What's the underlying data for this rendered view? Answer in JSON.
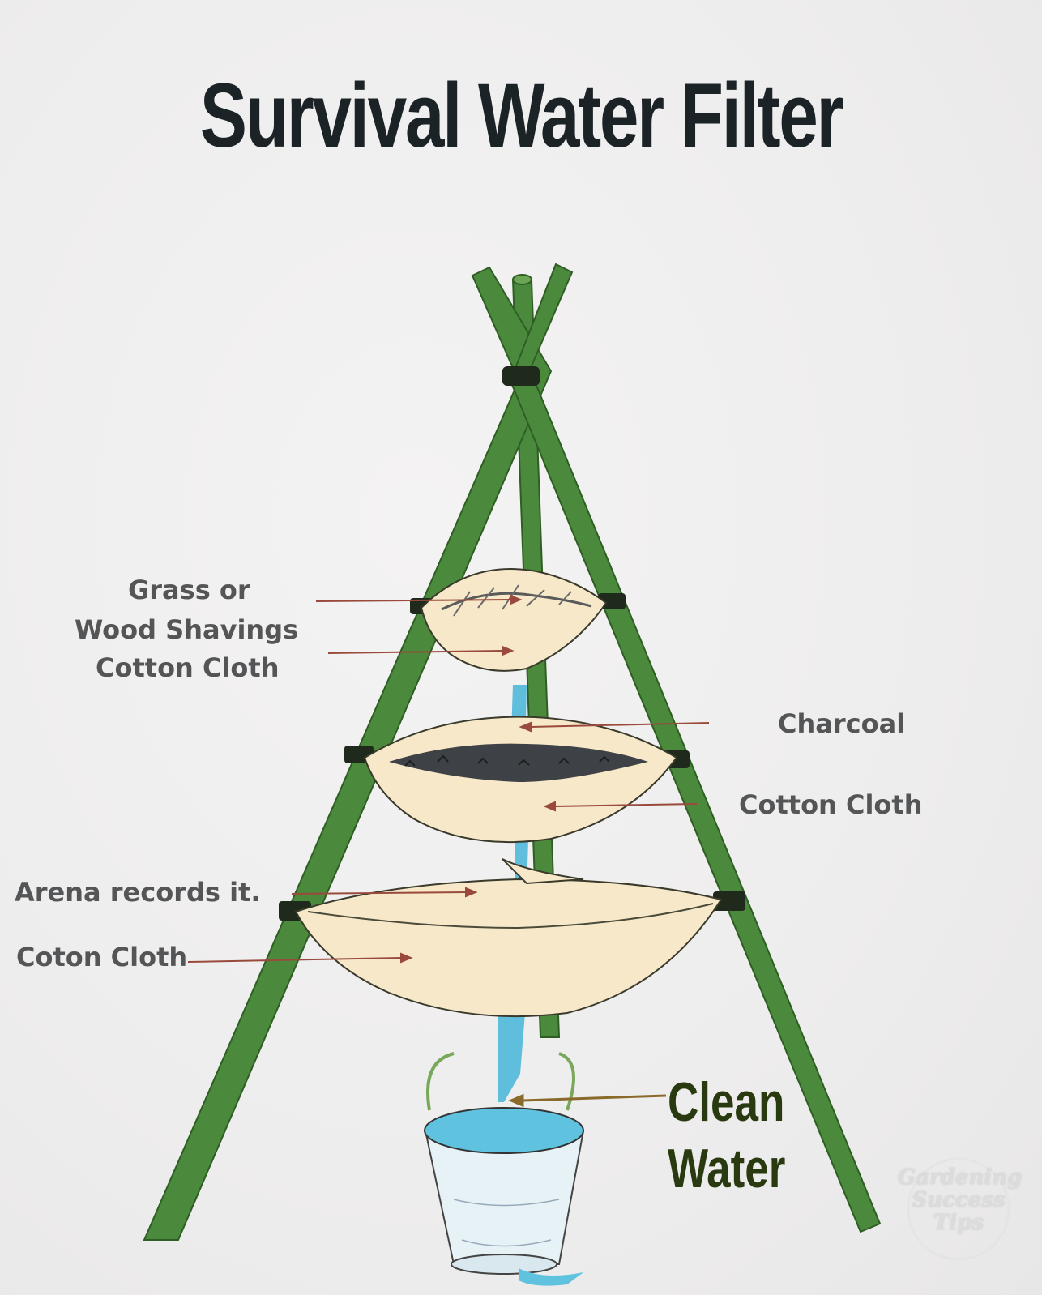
{
  "title": "Survival Water Filter",
  "labels": {
    "grass_line1": "Grass or",
    "grass_line2": "Wood Shavings",
    "cotton_top": "Cotton Cloth",
    "charcoal": "Charcoal",
    "cotton_mid": "Cotton Cloth",
    "arena": "Arena records it.",
    "coton_bottom": "Coton Cloth",
    "clean_line1": "Clean",
    "clean_line2": "Water"
  },
  "watermark": {
    "line1": "Gardening",
    "line2": "Success",
    "line3": "Tips"
  },
  "colors": {
    "pole": "#4b8a3c",
    "pole_dark": "#2f5e24",
    "cloth": "#f6e8c8",
    "water": "#4fb8d8",
    "arrow": "#9a4a3c",
    "title": "#1b2326",
    "clean_text": "#2a3a10"
  }
}
